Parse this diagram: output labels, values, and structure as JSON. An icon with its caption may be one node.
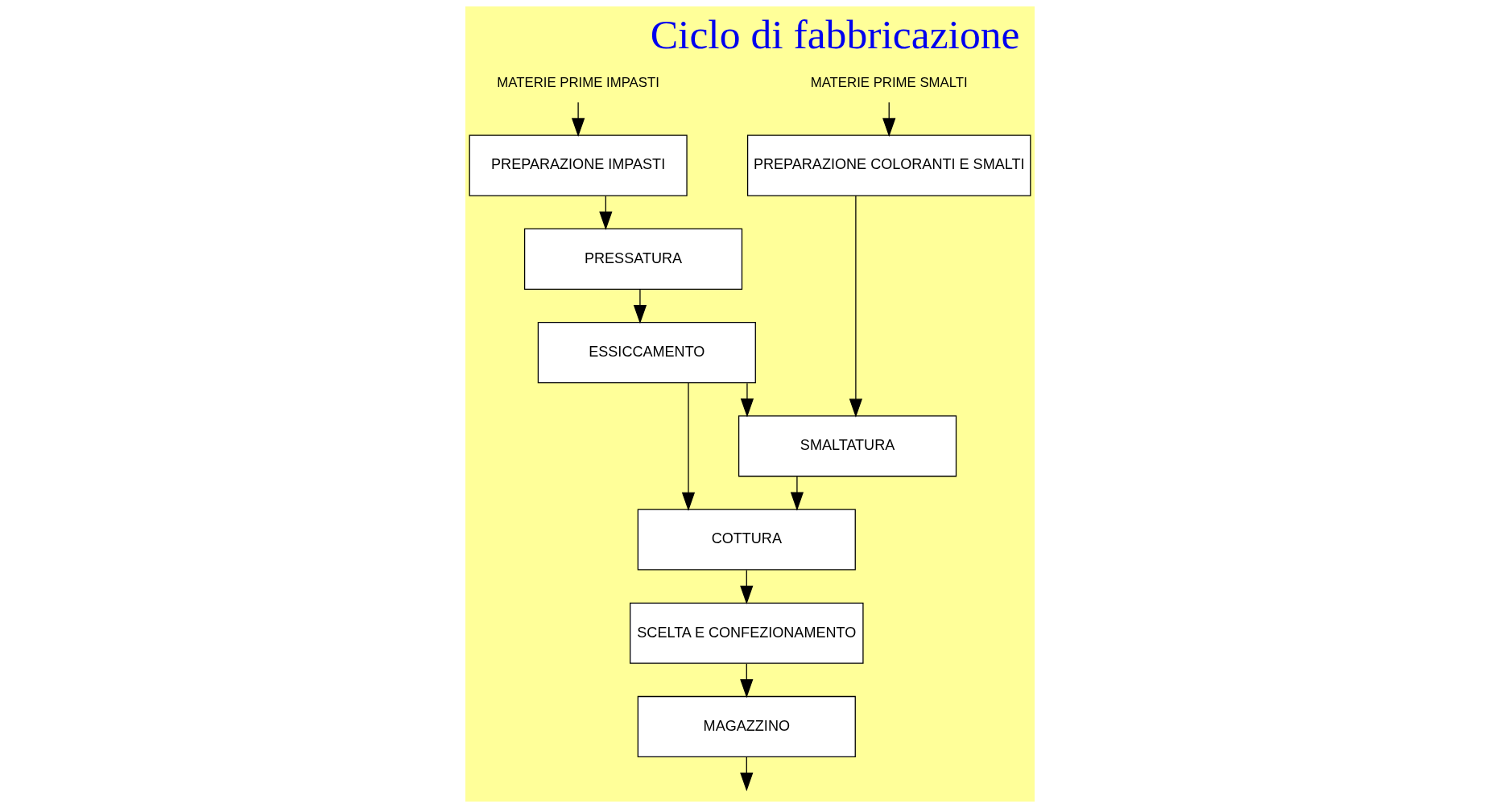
{
  "diagram": {
    "title": "Ciclo di fabbricazione",
    "nodes": [
      {
        "text": [
          "MATERIE PRIME IMPASTI"
        ]
      },
      {
        "text": [
          "MATERIE PRIME SMALTI"
        ]
      },
      {
        "text": [
          "PREPARAZIONE IMPASTI"
        ]
      },
      {
        "text": [
          "PREPARAZIONE COLORANTI E SMALTI"
        ]
      },
      {
        "text": [
          "PRESSATURA"
        ]
      },
      {
        "text": [
          "ESSICCAMENTO"
        ]
      },
      {
        "text": [
          "SMALTATURA"
        ]
      },
      {
        "text": [
          "COTTURA"
        ]
      },
      {
        "text": [
          "SCELTA E CONFEZIONAMENTO"
        ]
      },
      {
        "text": [
          "MAGAZZINO"
        ]
      }
    ],
    "edges": [
      {
        "from": 0,
        "to": 2,
        "arrow": "to"
      },
      {
        "from": 1,
        "to": 3,
        "arrow": "to"
      },
      {
        "from": 2,
        "to": 4,
        "arrow": "to"
      },
      {
        "from": 4,
        "to": 5,
        "arrow": "to"
      },
      {
        "from": 5,
        "to": 6,
        "arrow": "to"
      },
      {
        "from": 3,
        "to": 6,
        "arrow": "to"
      },
      {
        "from": 5,
        "to": 7,
        "arrow": "to"
      },
      {
        "from": 6,
        "to": 7,
        "arrow": "to"
      },
      {
        "from": 7,
        "to": 8,
        "arrow": "to"
      },
      {
        "from": 8,
        "to": 9,
        "arrow": "to"
      },
      {
        "from": 9,
        "to": null,
        "arrow": "to"
      }
    ]
  }
}
